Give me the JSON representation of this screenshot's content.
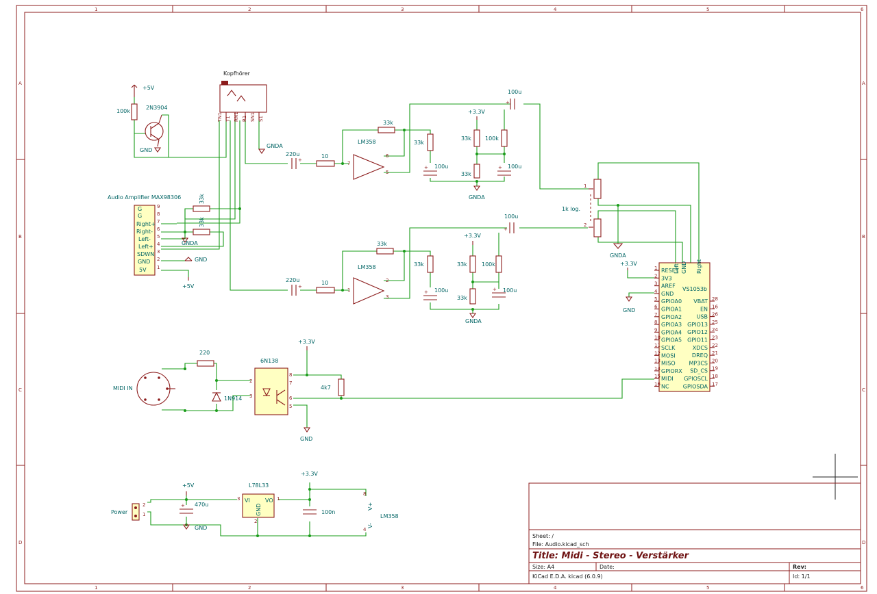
{
  "frame": {
    "col_labels": [
      "1",
      "2",
      "3",
      "4",
      "5",
      "6"
    ],
    "row_labels": [
      "A",
      "B",
      "C",
      "D"
    ]
  },
  "title_block": {
    "sheet": "Sheet: /",
    "file": "File: Audio.kicad_sch",
    "title": "Title: Midi - Stereo - Verstärker",
    "size": "Size: A4",
    "date": "Date:",
    "rev": "Rev:",
    "tool": "KiCad E.D.A.  kicad (6.0.9)",
    "id": "Id: 1/1"
  },
  "labels": {
    "jack_title": "Kopfhörer",
    "jack_pins": [
      "TN1",
      "T1",
      "RN1",
      "R1",
      "SN1",
      "S1"
    ],
    "transistor": "2N3904",
    "r_100k_base": "100k",
    "plus5v": "+5V",
    "plus3v3": "+3.3V",
    "gnd": "GND",
    "gnda": "GNDA",
    "amp_title": "Audio Amplifier MAX98306",
    "amp_pins": [
      "G",
      "G",
      "Right+",
      "Right-",
      "Left-",
      "Left+",
      "SDWN",
      "GND",
      "5V"
    ],
    "amp_pin_nums": [
      "9",
      "8",
      "7",
      "6",
      "5",
      "4",
      "3",
      "2",
      "1"
    ],
    "r33k": "33k",
    "r100k": "100k",
    "r10": "10",
    "r4k7": "4k7",
    "r220": "220",
    "c220u": "220u",
    "c100u": "100u",
    "c470u": "470u",
    "c100n": "100n",
    "opamp": "LM358",
    "pot": "1k log.",
    "midi_in": "MIDI IN",
    "opto": "6N138",
    "diode": "1N914",
    "regulator": "L78L33",
    "reg_vi": "VI",
    "reg_vo": "VO",
    "reg_gnd": "GND",
    "power": "Power",
    "vplus": "V+",
    "vminus": "V-",
    "vs_title": "VS1053b",
    "vs_left": [
      "RESET",
      "3V3",
      "AREF",
      "GND",
      "GPIOA0",
      "GPIOA1",
      "GPIOA2",
      "GPIOA3",
      "GPIOA4",
      "GPIOA5",
      "SCLK",
      "MOSI",
      "MISO",
      "GPIORX",
      "MIDI",
      "NC"
    ],
    "vs_left_nums": [
      "1",
      "2",
      "3",
      "4",
      "5",
      "6",
      "7",
      "8",
      "9",
      "10",
      "11",
      "12",
      "13",
      "14",
      "15",
      "16"
    ],
    "vs_right": [
      "VBAT",
      "EN",
      "USB",
      "GPIO13",
      "GPIO12",
      "GPIO11",
      "XDCS",
      "DREQ",
      "MP3CS",
      "SD_CS",
      "GPIOSCL",
      "GPIOSDA"
    ],
    "vs_right_nums": [
      "28",
      "16",
      "26",
      "25",
      "24",
      "23",
      "22",
      "21",
      "20",
      "19",
      "18",
      "17"
    ],
    "vs_top": [
      "Left",
      "GND",
      "Right"
    ]
  }
}
